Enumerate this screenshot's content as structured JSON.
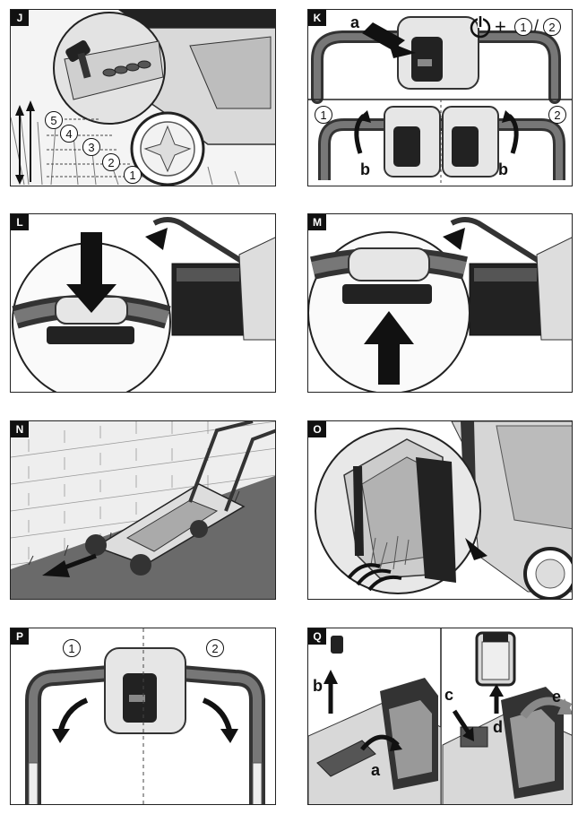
{
  "panels": {
    "J": {
      "tag": "J",
      "levels": [
        "5",
        "4",
        "3",
        "2",
        "1"
      ]
    },
    "K": {
      "tag": "K",
      "label_a": "a",
      "power_symbol": "power-icon",
      "plus": "+",
      "opt1": "1",
      "slash": "/",
      "opt2": "2",
      "step1": "1",
      "step2": "2",
      "label_b_left": "b",
      "label_b_right": "b"
    },
    "L": {
      "tag": "L"
    },
    "M": {
      "tag": "M"
    },
    "N": {
      "tag": "N"
    },
    "O": {
      "tag": "O"
    },
    "P": {
      "tag": "P",
      "step1": "1",
      "step2": "2"
    },
    "Q": {
      "tag": "Q",
      "label_a": "a",
      "label_b": "b",
      "label_c": "c",
      "label_d": "d",
      "label_e": "e"
    }
  }
}
